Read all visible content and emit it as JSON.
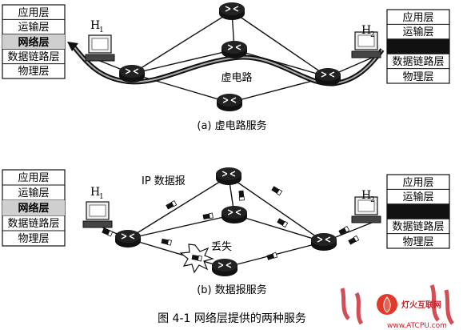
{
  "stack_layers": [
    "应用层",
    "运输层",
    "网络层",
    "数据链路层",
    "物理层"
  ],
  "panel_a": {
    "host1": "H",
    "host1_sub": "1",
    "host2": "H",
    "host2_sub": "2",
    "vc_label": "虚电路",
    "caption": "(a) 虚电路服务"
  },
  "panel_b": {
    "host1": "H",
    "host1_sub": "1",
    "host2": "H",
    "host2_sub": "2",
    "datagram_label": "IP 数据报",
    "lost_label": "丢失",
    "caption": "(b) 数据报服务"
  },
  "figure_caption": "图 4-1    网络层提供的两种服务",
  "watermark": {
    "name": "灯火互联网",
    "url": "www.ATCPU.com"
  }
}
